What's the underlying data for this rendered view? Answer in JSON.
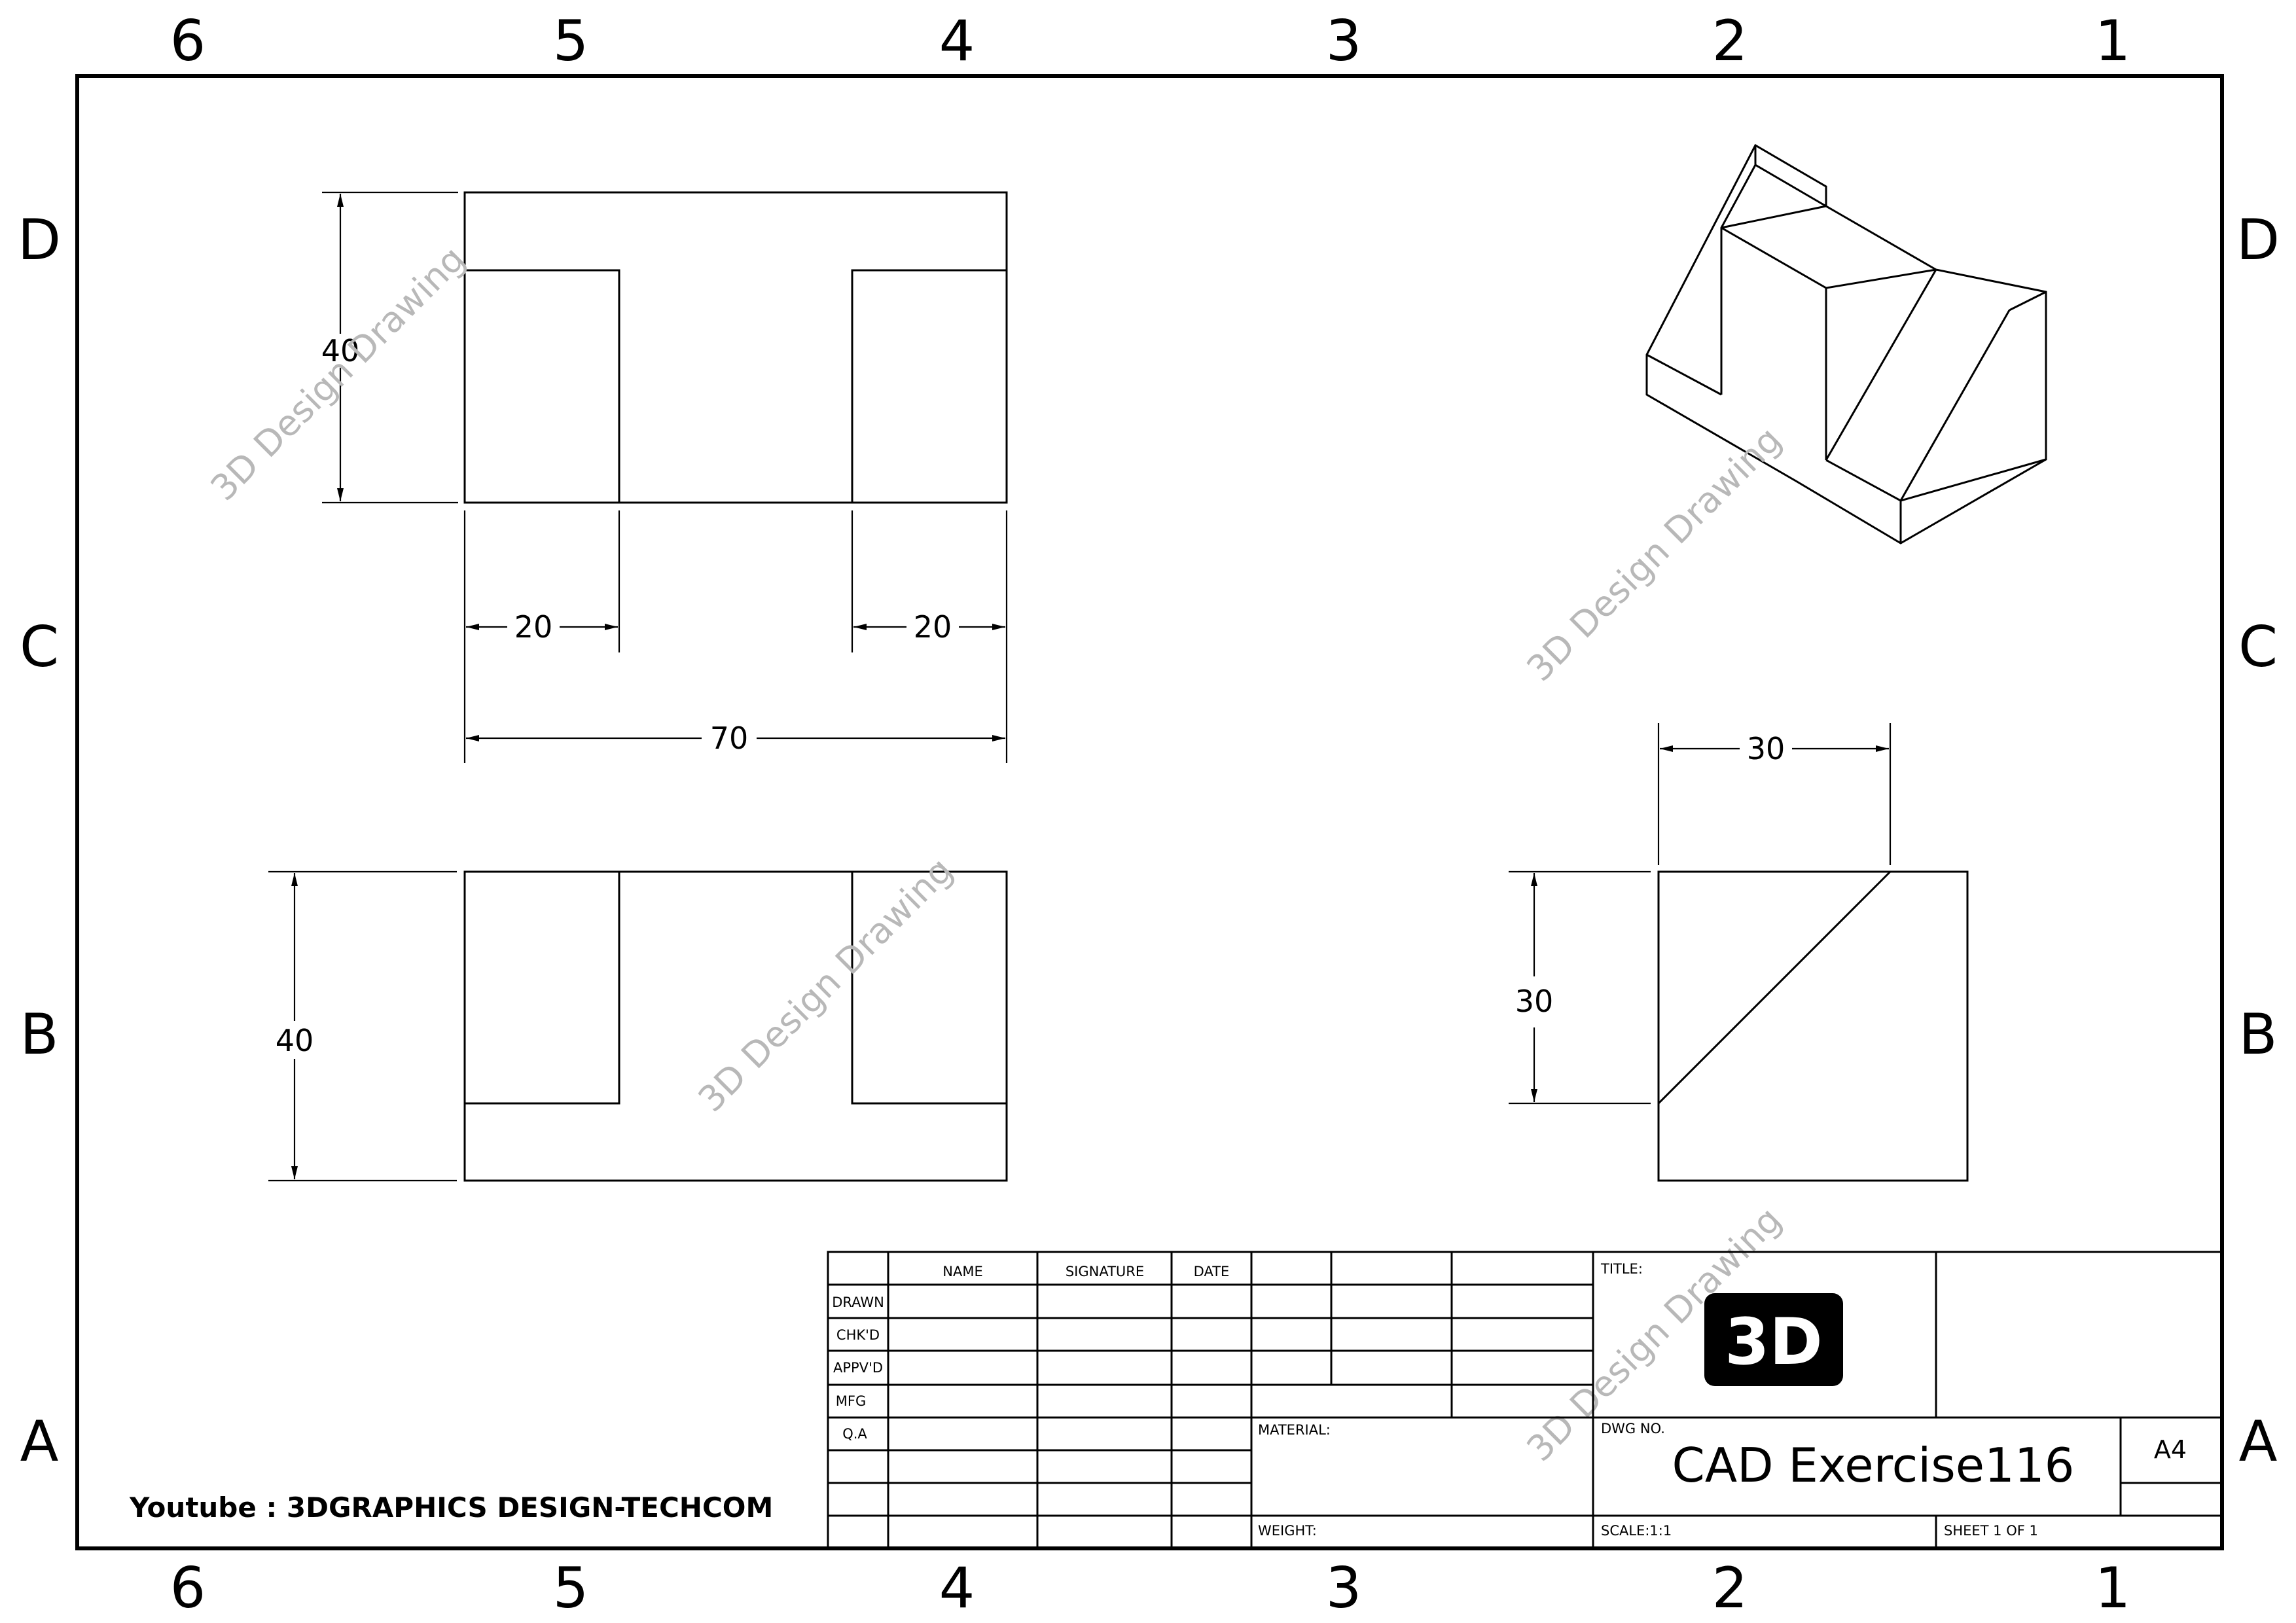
{
  "zones": {
    "columns": [
      "6",
      "5",
      "4",
      "3",
      "2",
      "1"
    ],
    "rows": [
      "D",
      "C",
      "B",
      "A"
    ]
  },
  "front_view": {
    "height_dim": "40",
    "left_slot_width_dim": "20",
    "right_slot_width_dim": "20",
    "total_width_dim": "70"
  },
  "top_view": {
    "height_dim": "40"
  },
  "side_view": {
    "width_dim": "30",
    "height_dim": "30"
  },
  "watermark": "3D Design Drawing",
  "youtube_credit": "Youtube : 3DGRAPHICS DESIGN-TECHCOM",
  "title_block": {
    "col_name": "NAME",
    "col_signature": "SIGNATURE",
    "col_date": "DATE",
    "row_drawn": "DRAWN",
    "row_checked": "CHK'D",
    "row_approved": "APPV'D",
    "row_mfg": "MFG",
    "row_qa": "Q.A",
    "title_label": "TITLE:",
    "logo_text": "3D",
    "material_label": "MATERIAL:",
    "weight_label": "WEIGHT:",
    "dwg_no_label": "DWG NO.",
    "dwg_no": "CAD Exercise116",
    "size": "A4",
    "scale": "SCALE:1:1",
    "sheet": "SHEET 1 OF 1"
  }
}
